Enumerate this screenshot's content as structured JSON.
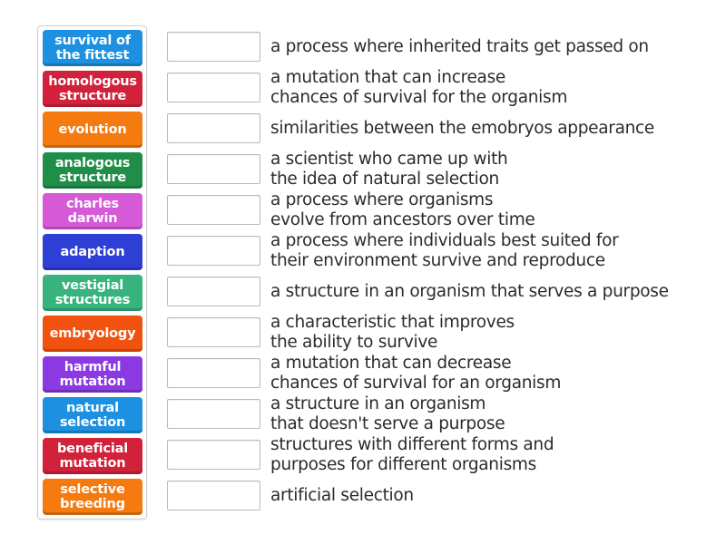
{
  "tiles": [
    {
      "label": "survival of\nthe fittest",
      "color": "#1e90e0"
    },
    {
      "label": "homologous\nstructure",
      "color": "#d2213a"
    },
    {
      "label": "evolution",
      "color": "#f57a10"
    },
    {
      "label": "analogous\nstructure",
      "color": "#1e8e48"
    },
    {
      "label": "charles\ndarwin",
      "color": "#d65ad8"
    },
    {
      "label": "adaption",
      "color": "#2e3fd6"
    },
    {
      "label": "vestigial\nstructures",
      "color": "#37b37e"
    },
    {
      "label": "embryology",
      "color": "#f2520f"
    },
    {
      "label": "harmful\nmutation",
      "color": "#8a3ae0"
    },
    {
      "label": "natural\nselection",
      "color": "#1e90e0"
    },
    {
      "label": "beneficial\nmutation",
      "color": "#d2213a"
    },
    {
      "label": "selective\nbreeding",
      "color": "#f57a10"
    }
  ],
  "definitions": [
    {
      "text": "a process where inherited traits get passed on",
      "box_value": ""
    },
    {
      "text": "a mutation that can increase\nchances of survival for the organism",
      "box_value": ""
    },
    {
      "text": "similarities between the emobryos appearance",
      "box_value": ""
    },
    {
      "text": "a scientist who came up with\nthe idea of natural selection",
      "box_value": ""
    },
    {
      "text": "a process where organisms\nevolve from ancestors over time",
      "box_value": ""
    },
    {
      "text": "a process where individuals best suited for\ntheir environment survive and reproduce",
      "box_value": ""
    },
    {
      "text": "a structure in an organism that serves a purpose",
      "box_value": ""
    },
    {
      "text": "a characteristic that improves\nthe ability to survive",
      "box_value": ""
    },
    {
      "text": "a mutation that can decrease\nchances of survival for an organism",
      "box_value": ""
    },
    {
      "text": "a structure in an organism\nthat doesn't serve a purpose",
      "box_value": ""
    },
    {
      "text": "structures with different forms and\npurposes for different organisms",
      "box_value": ""
    },
    {
      "text": "artificial selection",
      "box_value": ""
    }
  ]
}
